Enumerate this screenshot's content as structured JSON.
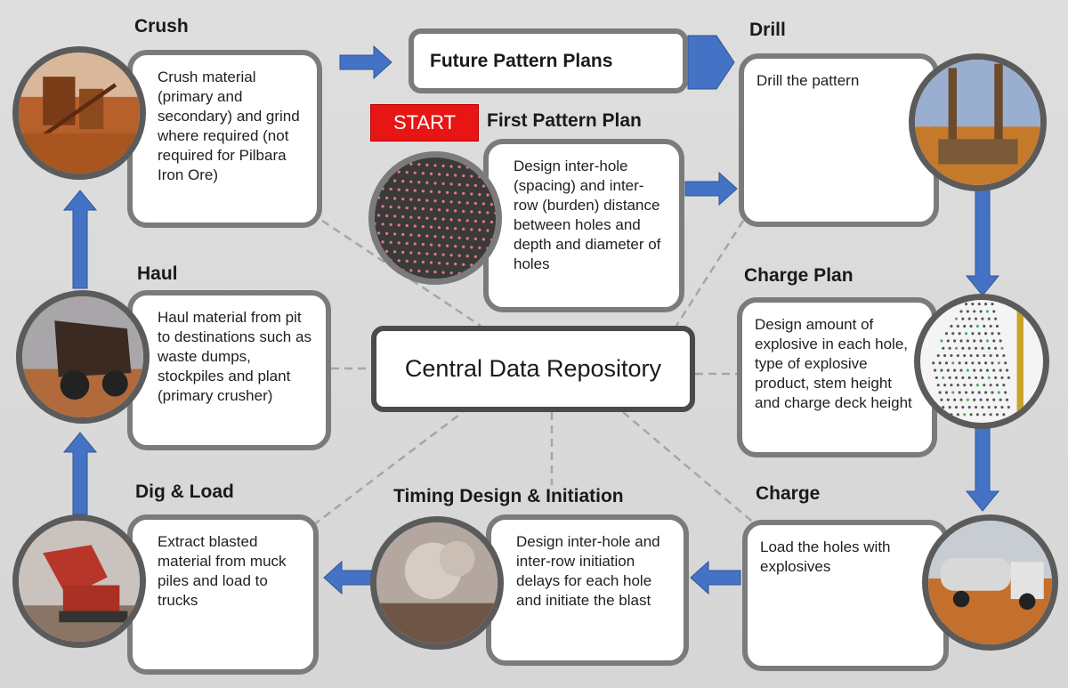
{
  "future_plans": "Future Pattern Plans",
  "start_label": "START",
  "repository": "Central Data Repository",
  "steps": {
    "crush": {
      "title": "Crush",
      "text": "Crush material (primary and secondary) and grind where required (not required for Pilbara Iron Ore)"
    },
    "first_pattern": {
      "title": "First Pattern Plan",
      "text": "Design inter-hole (spacing) and inter-row (burden) distance between holes and depth and diameter of holes"
    },
    "drill": {
      "title": "Drill",
      "text": "Drill the pattern"
    },
    "haul": {
      "title": "Haul",
      "text": "Haul material from pit to destinations such as waste dumps, stockpiles and plant (primary crusher)"
    },
    "charge_plan": {
      "title": "Charge Plan",
      "text": "Design amount of explosive in each hole, type of explosive product, stem height and charge deck height"
    },
    "dig_load": {
      "title": "Dig & Load",
      "text": "Extract blasted material from muck piles and load to trucks"
    },
    "timing": {
      "title": "Timing Design & Initiation",
      "text": "Design inter-hole and inter-row initiation delays for each hole and initiate the blast"
    },
    "charge": {
      "title": "Charge",
      "text": "Load the holes with explosives"
    }
  },
  "colors": {
    "arrow": "#4472c4",
    "start": "#e81515",
    "border": "#7b7b7b",
    "dashed": "#a6a6a6"
  }
}
